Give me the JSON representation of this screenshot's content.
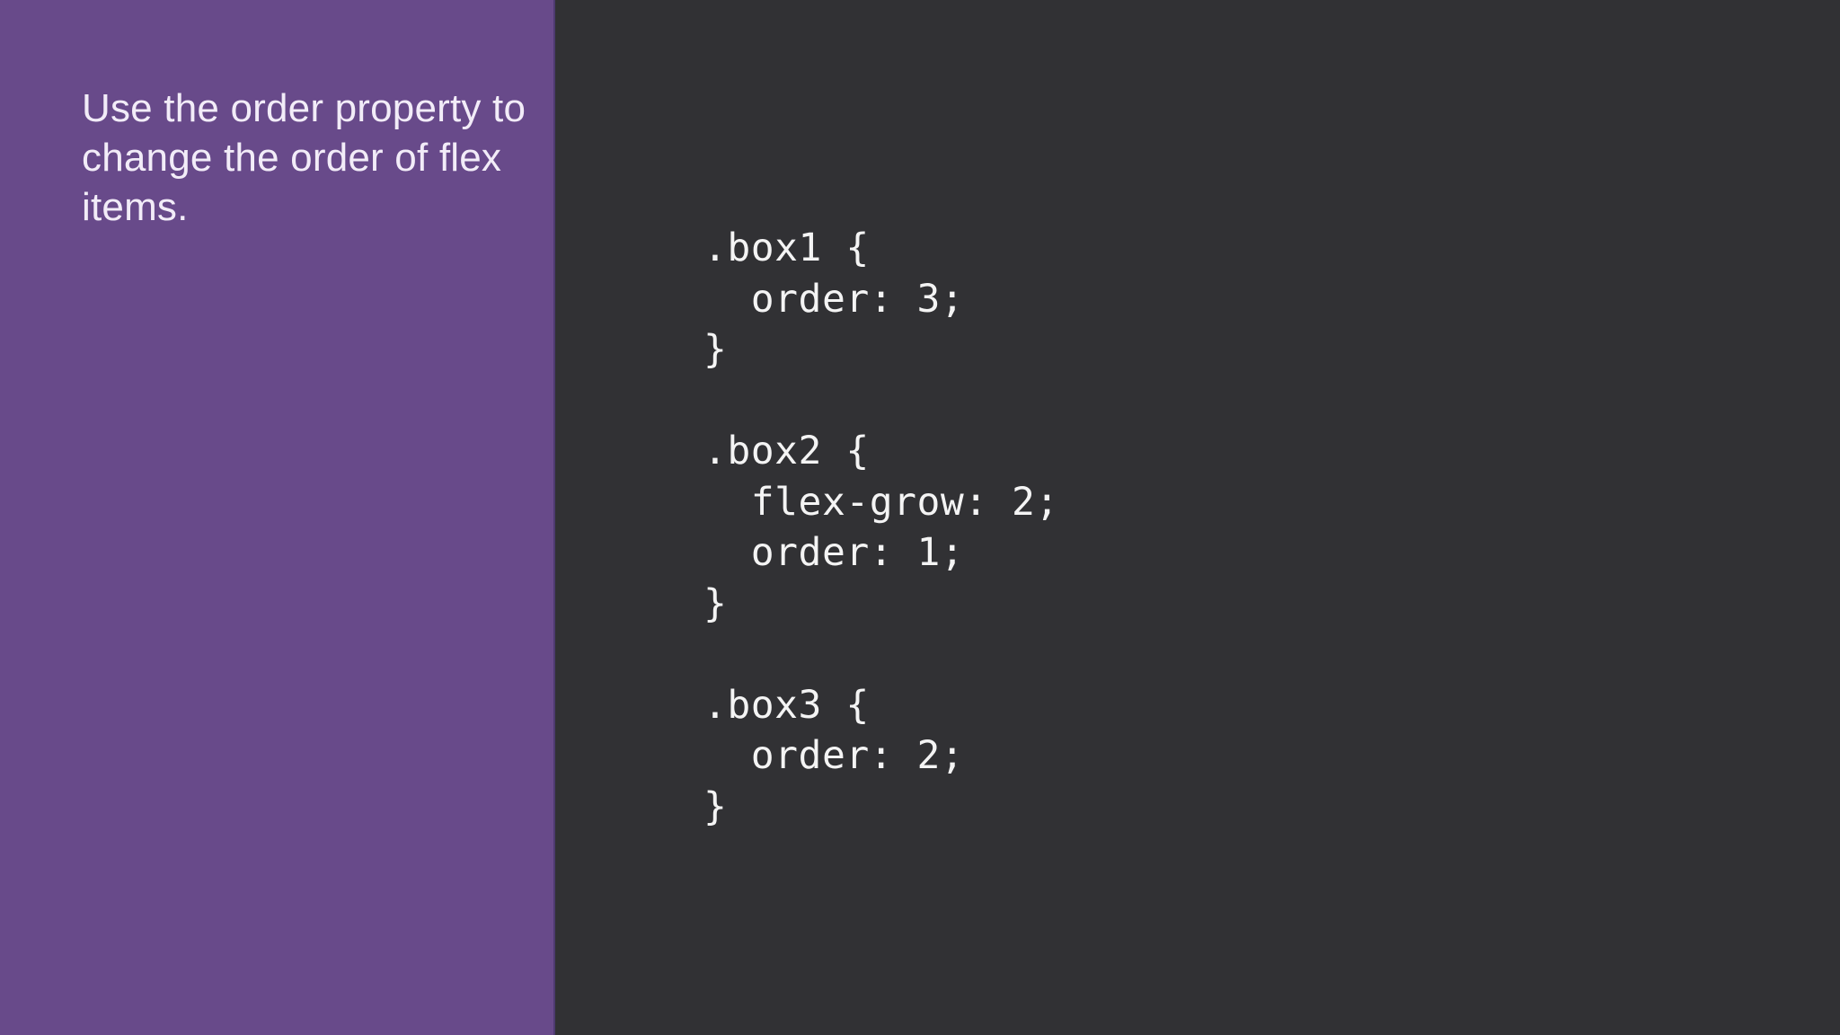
{
  "slide": {
    "kind": "css-flexbox-lesson-slide"
  },
  "sidebar": {
    "caption": "Use the order property to change the order of flex items.",
    "background": "#684a8a",
    "seam_color": "#4e3a70",
    "text_color": "#f2ecf8"
  },
  "code_panel": {
    "language": "css",
    "background": "#313134",
    "text_color": "#f4f4f4",
    "indent": "  ",
    "rules": [
      {
        "selector": ".box1",
        "declarations": [
          "order: 3;"
        ]
      },
      {
        "selector": ".box2",
        "declarations": [
          "flex-grow: 2;",
          "order: 1;"
        ]
      },
      {
        "selector": ".box3",
        "declarations": [
          "order: 2;"
        ]
      }
    ]
  }
}
